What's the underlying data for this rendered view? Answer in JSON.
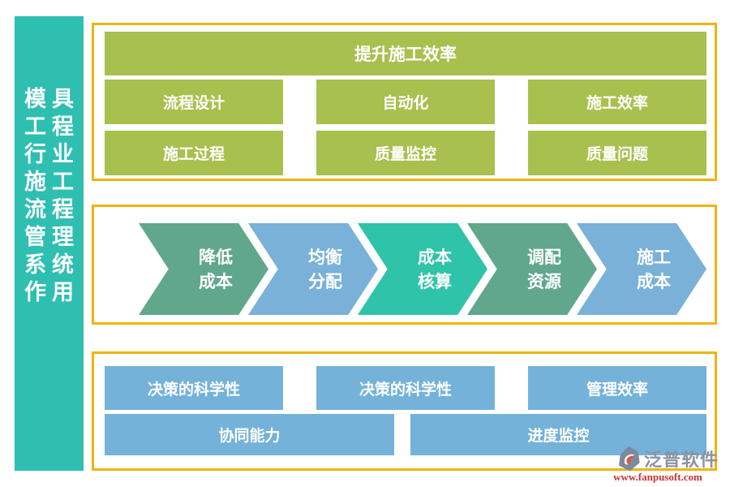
{
  "sidebar": {
    "title": "模具工程行业施工流程管理系统作用",
    "pairs": [
      "模具",
      "工程",
      "行业",
      "施工",
      "流程",
      "管理",
      "系统",
      "作用"
    ]
  },
  "colors": {
    "sidebar_teal": "#2ebfb1",
    "gold_border": "#efb411",
    "green_button": "#a8c04e",
    "blue_button": "#74b2d9",
    "chevron_sea_green": "#61a78c",
    "chevron_light_blue": "#79b1d8",
    "chevron_teal": "#2fc3a9"
  },
  "top_panel": {
    "header": "提升施工效率",
    "rows": [
      [
        "流程设计",
        "自动化",
        "施工效率"
      ],
      [
        "施工过程",
        "质量监控",
        "质量问题"
      ]
    ]
  },
  "middle_panel": {
    "steps": [
      {
        "line1": "降低",
        "line2": "成本",
        "color": "#61a78c"
      },
      {
        "line1": "均衡",
        "line2": "分配",
        "color": "#79b1d8"
      },
      {
        "line1": "成本",
        "line2": "核算",
        "color": "#2fc3a9"
      },
      {
        "line1": "调配",
        "line2": "资源",
        "color": "#61a78c"
      },
      {
        "line1": "施工",
        "line2": "成本",
        "color": "#79b1d8"
      }
    ]
  },
  "bottom_panel": {
    "row1": [
      "决策的科学性",
      "决策的科学性",
      "管理效率"
    ],
    "row2": [
      "协同能力",
      "进度监控"
    ]
  },
  "watermark": {
    "brand": "泛普软件",
    "url": "www.fanpusoft.com"
  }
}
